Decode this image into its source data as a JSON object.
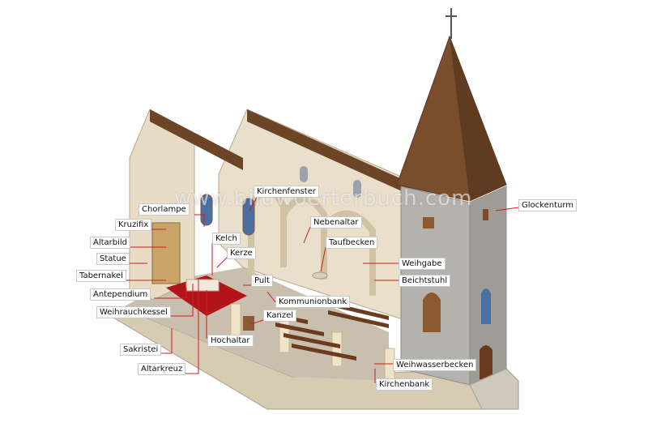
{
  "watermark": "www.bildwoerterbuch.com",
  "colors": {
    "leader": "#cc1f1f",
    "roof": "#7a4e2d",
    "stone": "#b4b2ad",
    "wall": "#e9dcc6",
    "carpet": "#b3141a",
    "pew": "#6b3b20"
  },
  "labels": {
    "kirchenfenster": "Kirchenfenster",
    "chorlampe": "Chorlampe",
    "kruzifix": "Kruzifix",
    "altarbild": "Altarbild",
    "statue": "Statue",
    "tabernakel": "Tabernakel",
    "antependium": "Antependium",
    "weihrauchkessel": "Weihrauchkessel",
    "sakristei": "Sakristei",
    "altarkreuz": "Altarkreuz",
    "kelch": "Kelch",
    "kerze": "Kerze",
    "pult": "Pult",
    "hochaltar": "Hochaltar",
    "kanzel": "Kanzel",
    "kommunionbank": "Kommunionbank",
    "nebenaltar": "Nebenaltar",
    "taufbecken": "Taufbecken",
    "weihgabe": "Weihgabe",
    "beichtstuhl": "Beichtstuhl",
    "weihwasserbecken": "Weihwasserbecken",
    "kirchenbank": "Kirchenbank",
    "glockenturm": "Glockenturm"
  }
}
